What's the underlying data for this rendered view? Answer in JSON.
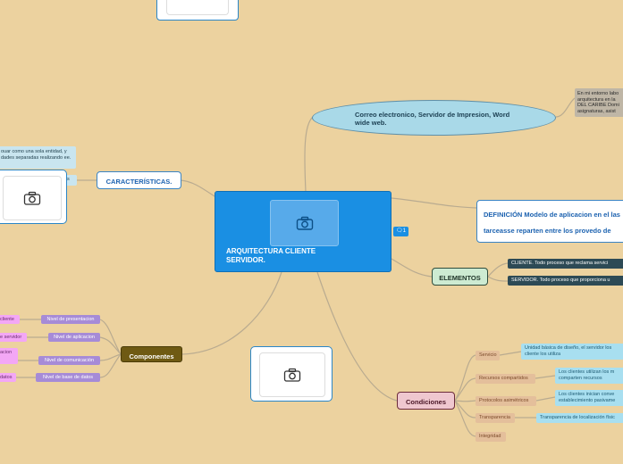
{
  "central": {
    "title": "ARQUITECTURA CLIENTE SERVIDOR.",
    "comment_count": "1"
  },
  "topics": {
    "correo": "Correo electronico, Servidor de Impresion, Word wide web.",
    "correo_note": "En mi entorno labo arquitectura en la DEL CARIBE Domi asignaturas, asist",
    "definicion": "DEFINICIÓN  Modelo de aplicacion en el las tarceasse reparten entre los provedo de recursos o servicios llamados Servid y los demandantes llamados Clientes",
    "caracteristicas": "CARACTERÍSTICAS.",
    "caracteristicas_note": "ouar como una sola entidad, y dades separadas realizando ee.",
    "caracteristicas_note2": "as",
    "elementos": "ELEMENTOS",
    "componentes": "Componentes",
    "condiciones": "Condiciones"
  },
  "elementos_items": [
    "CLIENTE.  Todo proceso que reclama servici",
    "SERVIDOR.  Todo proceso que proporciona u"
  ],
  "componentes_items": [
    {
      "label": "Nivel de presentacion",
      "note": "cliente"
    },
    {
      "label": "Nivel de aplicacion",
      "note": "e servidor"
    },
    {
      "label": "Nivel de comunicación",
      "note": "acion"
    },
    {
      "label": "Nivel de base de datos",
      "note": "datos"
    }
  ],
  "condiciones_items": [
    {
      "label": "Servicio",
      "note": "Unidad básica de diseño, el servidor los cliente los utiliza"
    },
    {
      "label": "Recursos compartidos",
      "note": "Los clientes utilizan los m comparten recursos"
    },
    {
      "label": "Protocolos asimétricos",
      "note": "Los clientes inician conve establecimiento pasivame"
    },
    {
      "label": "Transparencia",
      "note": "Transparencia de localización físic"
    },
    {
      "label": "Integridad",
      "note": ""
    }
  ],
  "colors": {
    "background": "#ecd29f",
    "central": "#1a8fe3",
    "ellipse": "#a9d9e8",
    "line": "#bba98a"
  },
  "icons": [
    "camera-icon",
    "comment-icon"
  ]
}
